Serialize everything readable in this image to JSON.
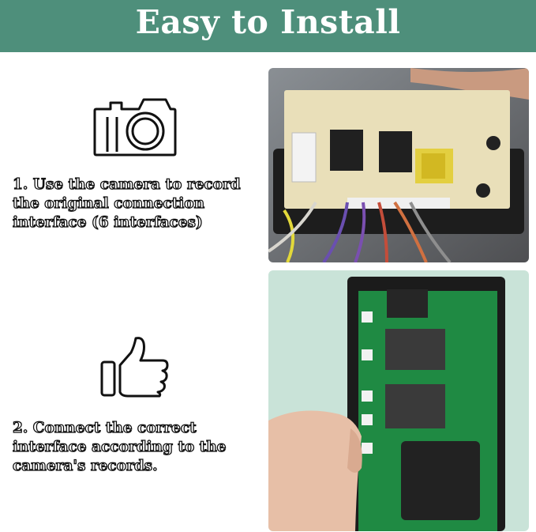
{
  "header": {
    "title": "Easy to Install"
  },
  "steps": [
    {
      "text": "1. Use the camera to record the original connection interface (6 interfaces)"
    },
    {
      "text": "2. Connect the correct interface according to the camera's records."
    }
  ],
  "icons": {
    "step1": "camera-icon",
    "step2": "thumbs-up-icon"
  },
  "colors": {
    "header_bg": "#4e8f7b",
    "board_green": "#1f8a43"
  }
}
